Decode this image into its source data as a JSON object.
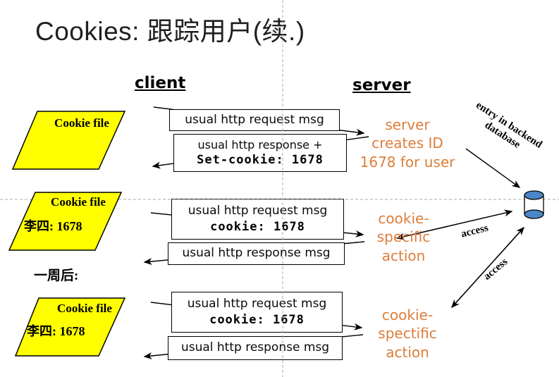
{
  "title": "Cookies: 跟踪用户(续.)",
  "columns": {
    "client": "client",
    "server": "server"
  },
  "cookie_files": [
    {
      "title": "Cookie file",
      "entry": ""
    },
    {
      "title": "Cookie file",
      "entry": "李四: 1678"
    },
    {
      "title": "Cookie file",
      "entry": "李四: 1678"
    }
  ],
  "week_later": "一周后:",
  "messages": {
    "req1": "usual http request msg",
    "resp1_l1": "usual http response +",
    "resp1_l2": "Set-cookie: 1678",
    "req2_l1": "usual http request msg",
    "req2_l2": "cookie: 1678",
    "resp2": "usual http response msg",
    "req3_l1": "usual http request msg",
    "req3_l2": "cookie: 1678",
    "resp3": "usual http response msg"
  },
  "notes": {
    "server_creates": "server\ncreates ID\n1678 for user",
    "cookie_specific": "cookie-\nspecific\naction",
    "cookie_spectific": "cookie-\nspectific\naction",
    "entry_backend": "entry in backend\ndatabase",
    "access1": "access",
    "access2": "access"
  },
  "colors": {
    "cookie_file_yellow": "#ffff00",
    "note_orange": "#dd7e3b",
    "database_blue": "#4a86c8",
    "guide_gray": "#ababab"
  }
}
